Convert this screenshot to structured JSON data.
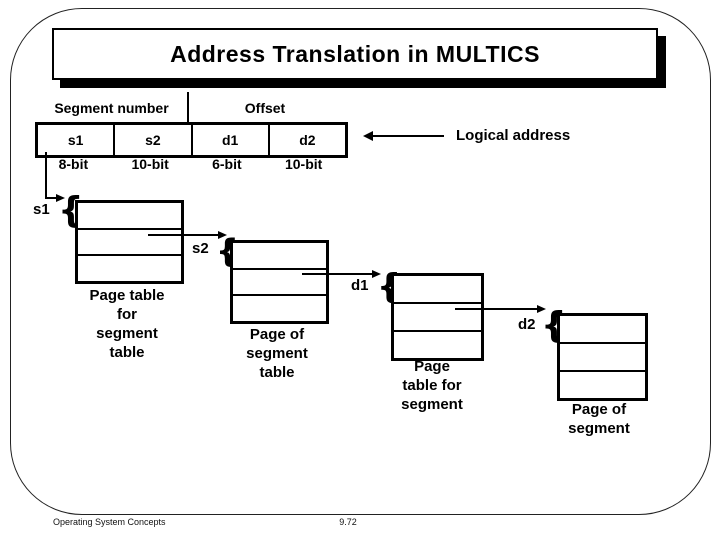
{
  "slide": {
    "title": "Address Translation in MULTICS",
    "footer_left": "Operating System Concepts",
    "footer_page": "9.72"
  },
  "logical_address": {
    "group_headers": [
      "Segment number",
      "Offset"
    ],
    "fields": [
      {
        "name": "s1",
        "bits": "8-bit"
      },
      {
        "name": "s2",
        "bits": "10-bit"
      },
      {
        "name": "d1",
        "bits": "6-bit"
      },
      {
        "name": "d2",
        "bits": "10-bit"
      }
    ],
    "pointer_label": "Logical address"
  },
  "diagram": {
    "brace": "{",
    "tables": [
      {
        "index": "s1",
        "caption": "Page table\nfor\nsegment\ntable"
      },
      {
        "index": "s2",
        "caption": "Page of\nsegment\ntable"
      },
      {
        "index": "d1",
        "caption": "Page\ntable for\nsegment"
      },
      {
        "index": "d2",
        "caption": "Page of\nsegment"
      }
    ]
  },
  "colors": {
    "ink": "#000000",
    "background": "#ffffff",
    "frame": "#222222"
  }
}
